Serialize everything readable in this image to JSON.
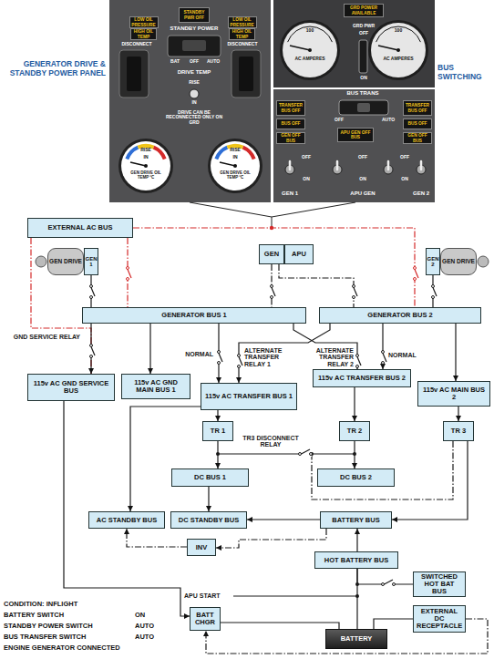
{
  "diagram": {
    "nodes": [
      {
        "text": [
          "GENERATOR DRIVE & STANDBY POWER PANEL"
        ]
      },
      {
        "text": [
          "LOW OIL PRESSURE"
        ],
        "in": 0
      },
      {
        "text": [
          "HIGH OIL TEMP"
        ],
        "in": 0
      },
      {
        "text": [
          "STANDBY PWR OFF"
        ],
        "in": 0
      },
      {
        "text": [
          "LOW OIL PRESSURE"
        ],
        "in": 0
      },
      {
        "text": [
          "HIGH OIL TEMP"
        ],
        "in": 0
      },
      {
        "text": [
          "BUS SWITCHING"
        ]
      },
      {
        "text": [
          "GRD POWER AVAILABLE"
        ],
        "in": 6
      },
      {
        "text": [
          "TRANSFER BUS OFF"
        ],
        "in": 6
      },
      {
        "text": [
          "BUS OFF"
        ],
        "in": 6
      },
      {
        "text": [
          "GEN OFF BUS"
        ],
        "in": 6
      },
      {
        "text": [
          "APU GEN OFF BUS"
        ],
        "in": 6
      },
      {
        "text": [
          "TRANSFER BUS OFF"
        ],
        "in": 6
      },
      {
        "text": [
          "BUS OFF"
        ],
        "in": 6
      },
      {
        "text": [
          "GEN OFF BUS"
        ],
        "in": 6
      },
      {
        "text": [
          "EXTERNAL AC BUS"
        ]
      },
      {
        "text": [
          "GEN DRIVE"
        ]
      },
      {
        "text": [
          "GEN 1"
        ]
      },
      {
        "text": [
          "GEN"
        ]
      },
      {
        "text": [
          "APU"
        ]
      },
      {
        "text": [
          "GEN 2"
        ]
      },
      {
        "text": [
          "GEN DRIVE"
        ]
      },
      {
        "text": [
          "GENERATOR BUS 1"
        ]
      },
      {
        "text": [
          "GENERATOR BUS 2"
        ]
      },
      {
        "text": [
          "115v AC GND SERVICE BUS"
        ]
      },
      {
        "text": [
          "115v AC GND MAIN BUS 1"
        ]
      },
      {
        "text": [
          "115v AC TRANSFER BUS 1"
        ]
      },
      {
        "text": [
          "115v AC TRANSFER BUS 2"
        ]
      },
      {
        "text": [
          "115v AC MAIN BUS 2"
        ]
      },
      {
        "text": [
          "TR 1"
        ]
      },
      {
        "text": [
          "TR 2"
        ]
      },
      {
        "text": [
          "TR 3"
        ]
      },
      {
        "text": [
          "DC BUS 1"
        ]
      },
      {
        "text": [
          "DC BUS 2"
        ]
      },
      {
        "text": [
          "AC STANDBY BUS"
        ]
      },
      {
        "text": [
          "DC STANDBY BUS"
        ]
      },
      {
        "text": [
          "BATTERY BUS"
        ]
      },
      {
        "text": [
          "INV"
        ]
      },
      {
        "text": [
          "HOT BATTERY BUS"
        ]
      },
      {
        "text": [
          "SWITCHED HOT BAT BUS"
        ]
      },
      {
        "text": [
          "BATT CHGR"
        ]
      },
      {
        "text": [
          "EXTERNAL DC RECEPTACLE"
        ]
      },
      {
        "text": [
          "BATTERY"
        ]
      }
    ],
    "edges": [
      {
        "from": 15,
        "to": 22,
        "arrow": "none"
      },
      {
        "from": 15,
        "to": 23,
        "arrow": "none"
      },
      {
        "from": 15,
        "to": 24,
        "arrow": "none"
      },
      {
        "from": 17,
        "to": 22,
        "arrow": "none"
      },
      {
        "from": 18,
        "to": 22,
        "arrow": "none"
      },
      {
        "from": 18,
        "to": 23,
        "arrow": "none"
      },
      {
        "from": 20,
        "to": 23,
        "arrow": "none"
      },
      {
        "from": 22,
        "to": 24,
        "arrow": "to"
      },
      {
        "from": 22,
        "to": 25,
        "arrow": "to"
      },
      {
        "from": 22,
        "to": 26,
        "arrow": "to"
      },
      {
        "from": 22,
        "to": 27,
        "arrow": "to"
      },
      {
        "from": 23,
        "to": 27,
        "arrow": "to"
      },
      {
        "from": 23,
        "to": 26,
        "arrow": "to"
      },
      {
        "from": 23,
        "to": 28,
        "arrow": "to"
      },
      {
        "from": 26,
        "to": 29,
        "arrow": "to"
      },
      {
        "from": 27,
        "to": 30,
        "arrow": "to"
      },
      {
        "from": 28,
        "to": 31,
        "arrow": "to"
      },
      {
        "from": 29,
        "to": 32,
        "arrow": "to"
      },
      {
        "from": 30,
        "to": 33,
        "arrow": "to"
      },
      {
        "from": 31,
        "to": 36,
        "arrow": "to"
      },
      {
        "from": 32,
        "to": 35,
        "arrow": "to"
      },
      {
        "from": 36,
        "to": 35,
        "arrow": "to"
      },
      {
        "from": 26,
        "to": 34,
        "arrow": "to"
      },
      {
        "from": 37,
        "to": 34,
        "arrow": "to"
      },
      {
        "from": 36,
        "to": 37,
        "arrow": "to"
      },
      {
        "from": 38,
        "to": 36,
        "arrow": "to"
      },
      {
        "from": 42,
        "to": 38,
        "arrow": "none"
      },
      {
        "from": 38,
        "to": 39,
        "arrow": "none"
      },
      {
        "from": 42,
        "to": 41,
        "arrow": "none"
      },
      {
        "from": 40,
        "to": 42,
        "arrow": "none"
      },
      {
        "from": 24,
        "to": 40,
        "arrow": "to"
      },
      {
        "from": 41,
        "to": 40,
        "arrow": "to"
      }
    ],
    "labels": [
      "DISCONNECT",
      "STANDBY POWER",
      "DISCONNECT",
      "BAT",
      "OFF",
      "AUTO",
      "DRIVE TEMP",
      "RISE",
      "IN",
      "DRIVE CAN BE RECONNECTED ONLY ON GRD",
      "RISE",
      "IN",
      "GEN DRIVE OIL TEMP °C",
      "RISE",
      "IN",
      "GEN DRIVE OIL TEMP °C",
      "100",
      "AC AMPERES",
      "GRD PWR",
      "OFF",
      "ON",
      "100",
      "AC AMPERES",
      "BUS TRANS",
      "OFF",
      "AUTO",
      "OFF",
      "ON",
      "OFF",
      "ON",
      "OFF",
      "ON",
      "GEN 1",
      "APU GEN",
      "GEN 2",
      "GND SERVICE RELAY",
      "NORMAL",
      "ALTERNATE TRANSFER RELAY 1",
      "ALTERNATE TRANSFER RELAY 2",
      "NORMAL",
      "TR3 DISCONNECT RELAY",
      "APU START",
      "CONDITION: INFLIGHT",
      "BATTERY SWITCH",
      "ON",
      "STANDBY POWER SWITCH",
      "AUTO",
      "BUS TRANSFER SWITCH",
      "AUTO",
      "ENGINE GENERATOR CONNECTED"
    ]
  }
}
